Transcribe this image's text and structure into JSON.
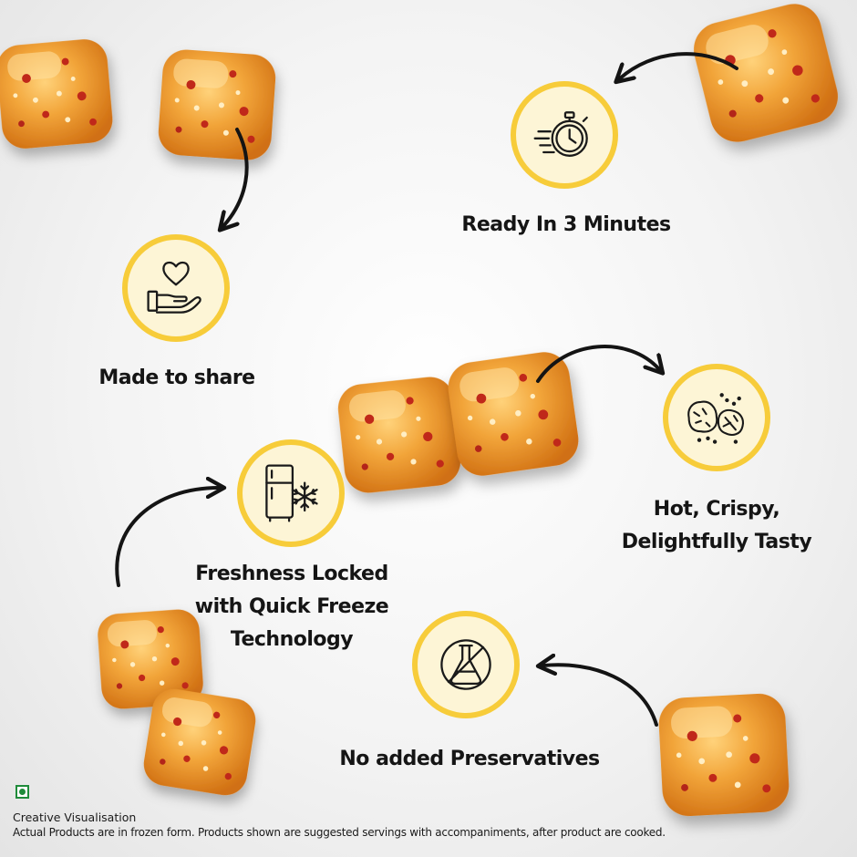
{
  "features": {
    "ready": {
      "label": "Ready In 3 Minutes",
      "icon": "stopwatch-icon"
    },
    "share": {
      "label": "Made to share",
      "icon": "heart-hand-icon"
    },
    "freeze": {
      "label_lines": [
        "Freshness Locked",
        "with Quick Freeze",
        "Technology"
      ],
      "icon": "fridge-snowflake-icon"
    },
    "crispy": {
      "label_lines": [
        "Hot, Crispy,",
        "Delightfully Tasty"
      ],
      "icon": "crispy-snack-icon"
    },
    "preservatives": {
      "label": "No added Preservatives",
      "icon": "no-chemicals-flask-icon"
    }
  },
  "disclaimer": {
    "line1": "Creative Visualisation",
    "line2": "Actual Products are in frozen form. Products shown are suggested servings with accompaniments, after product are cooked."
  },
  "colors": {
    "badge_ring": "#f7cc3a",
    "badge_fill": "#fdf5d6",
    "text": "#151515",
    "veg_mark": "#1f8b3a",
    "snack_base": "#e8902a",
    "snack_chili": "#c0281a"
  }
}
